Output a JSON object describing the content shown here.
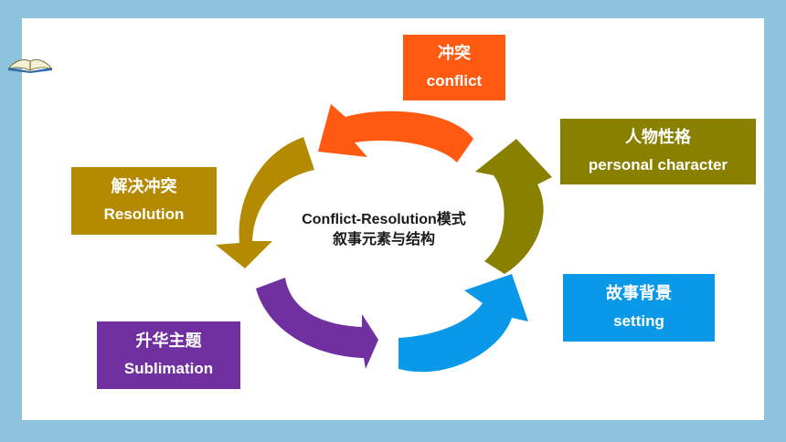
{
  "center": {
    "line1": "Conflict-Resolution模式",
    "line2": "叙事元素与结构"
  },
  "stages": {
    "conflict": {
      "zh": "冲突",
      "en": "conflict",
      "color": "#ff5a12"
    },
    "character": {
      "zh": "人物性格",
      "en": "personal character",
      "color": "#8a8000"
    },
    "setting": {
      "zh": "故事背景",
      "en": "setting",
      "color": "#0a98e8"
    },
    "sublimation": {
      "zh": "升华主题",
      "en": "Sublimation",
      "color": "#7030a0"
    },
    "resolution": {
      "zh": "解决冲突",
      "en": "Resolution",
      "color": "#b38a00"
    }
  },
  "frame": {
    "background": "#8ec3de",
    "panel": "#ffffff"
  },
  "decor": {
    "icon": "book-icon"
  }
}
